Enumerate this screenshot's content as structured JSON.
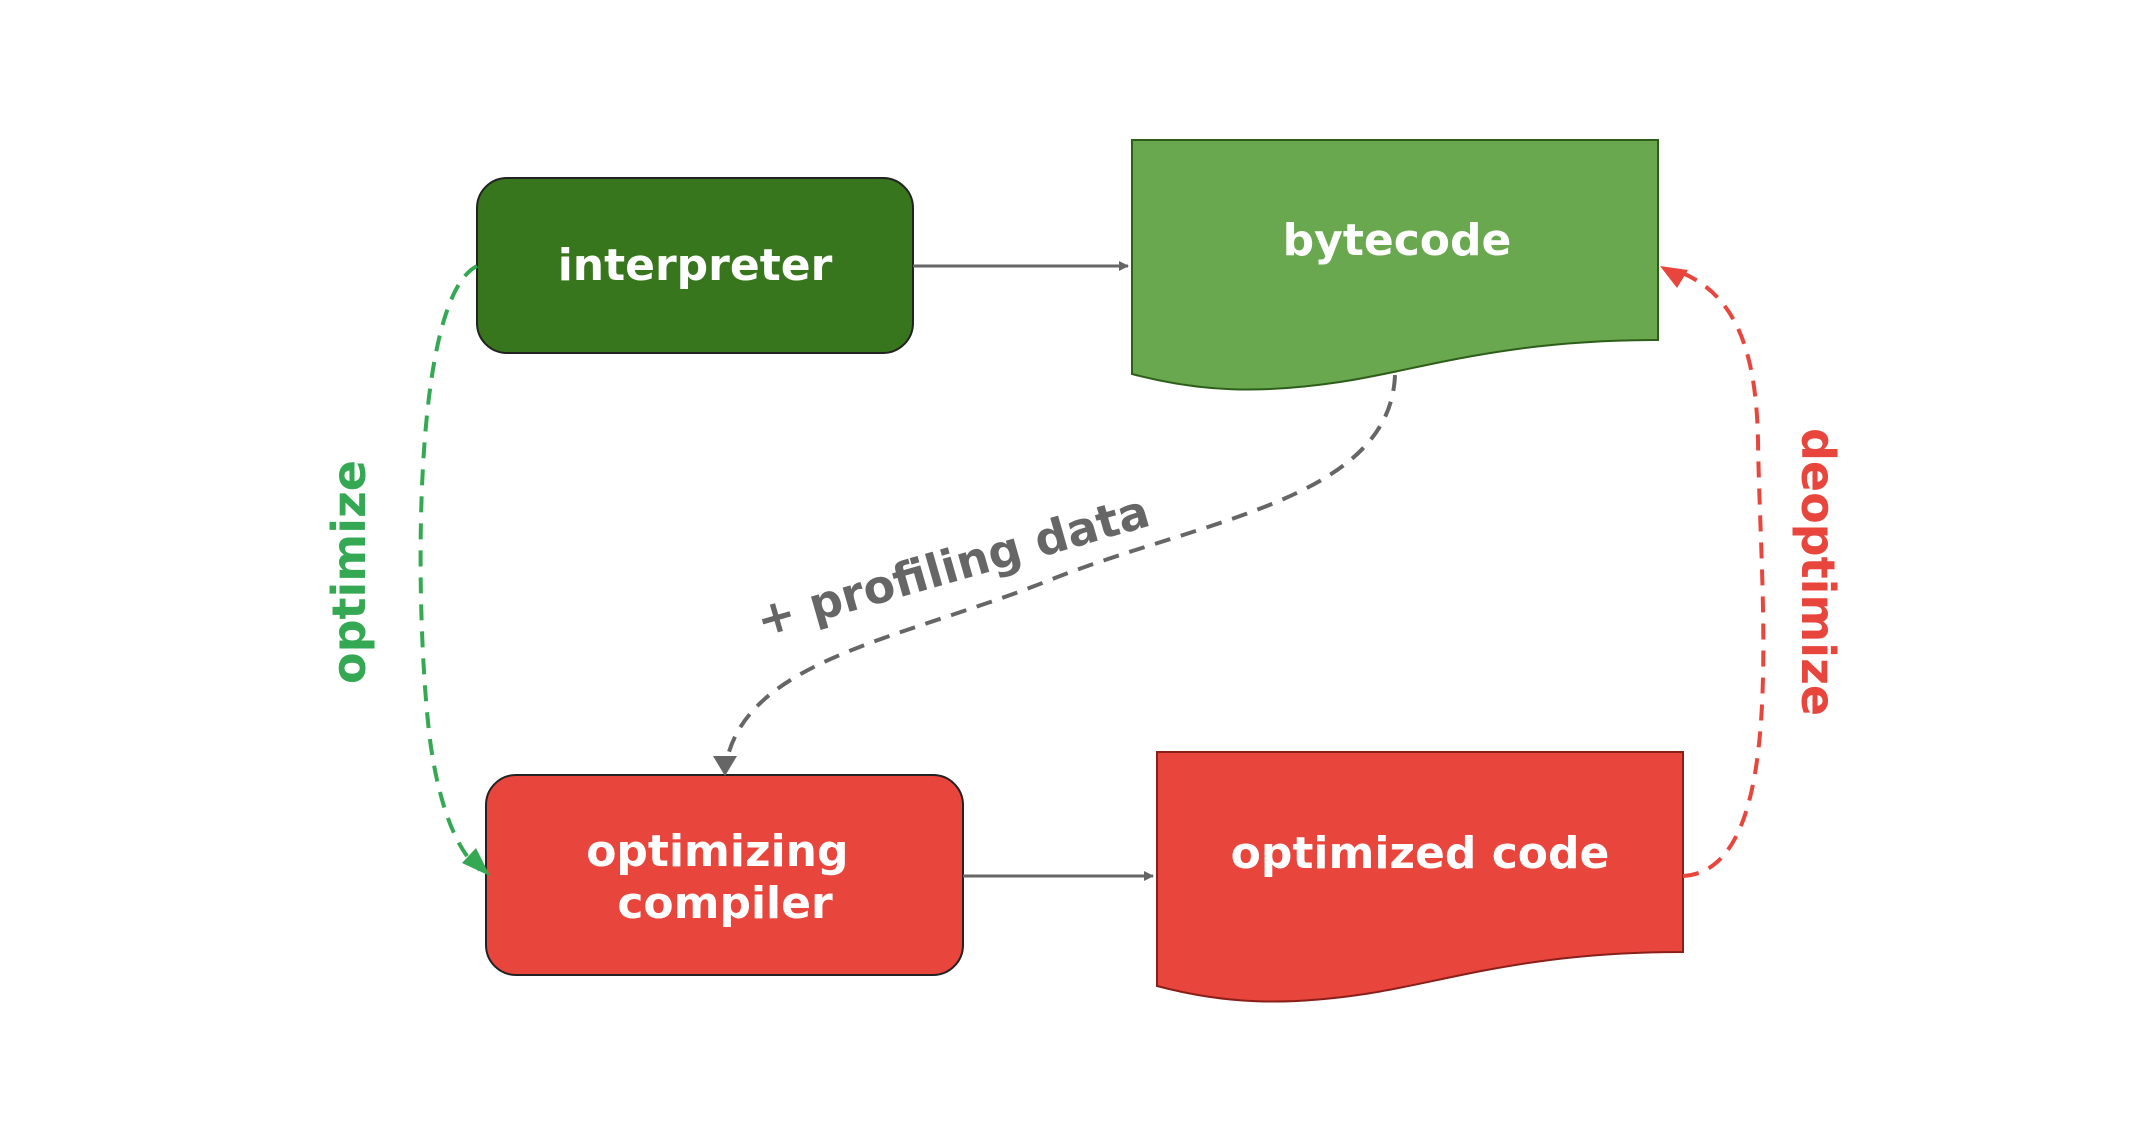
{
  "colors": {
    "interpreter_fill": "#38761d",
    "bytecode_fill": "#6aa84f",
    "red_fill": "#e8453c",
    "node_stroke": "#222222",
    "arrow_gray": "#666666",
    "optimize_green": "#34a853",
    "deoptimize_red": "#e8453c"
  },
  "nodes": {
    "interpreter": "interpreter",
    "bytecode": "bytecode",
    "optimizing_compiler_line1": "optimizing",
    "optimizing_compiler_line2": "compiler",
    "optimized_code": "optimized code"
  },
  "edges": {
    "optimize": "optimize",
    "deoptimize": "deoptimize",
    "profiling": "+ profiling data"
  }
}
